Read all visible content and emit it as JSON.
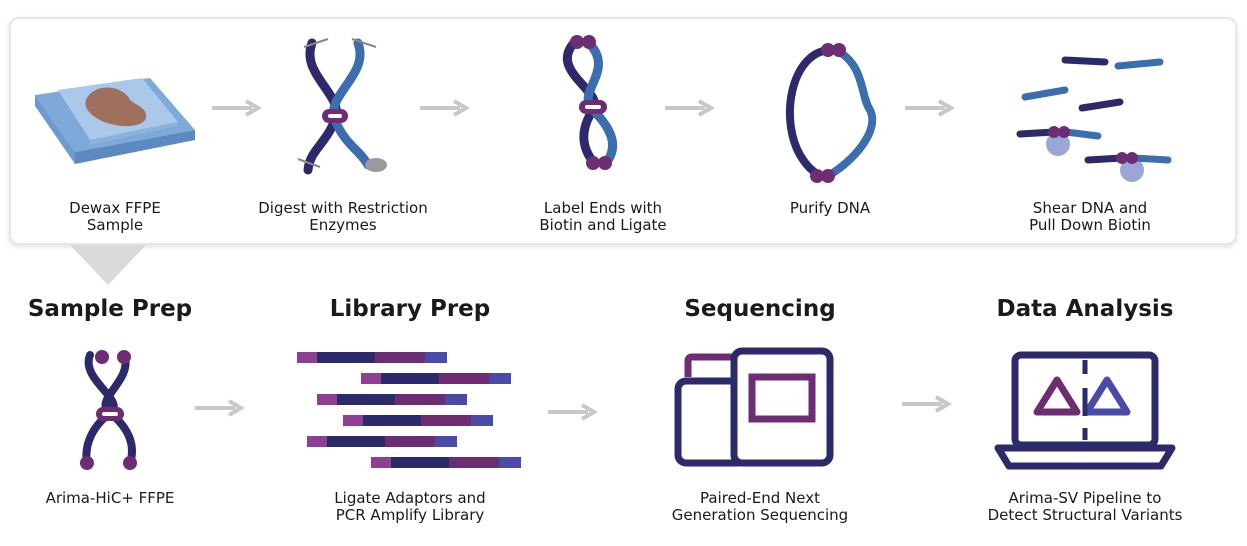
{
  "top_steps": [
    {
      "label": "Dewax FFPE\nSample"
    },
    {
      "label": "Digest with Restriction\nEnzymes"
    },
    {
      "label": "Label Ends with\nBiotin and Ligate"
    },
    {
      "label": "Purify DNA"
    },
    {
      "label": "Shear DNA and\nPull Down Biotin"
    }
  ],
  "sections": [
    {
      "title": "Sample Prep",
      "caption": "Arima-HiC+ FFPE"
    },
    {
      "title": "Library Prep",
      "caption": "Ligate Adaptors and\nPCR Amplify Library"
    },
    {
      "title": "Sequencing",
      "caption": "Paired-End Next\nGeneration Sequencing"
    },
    {
      "title": "Data Analysis",
      "caption": "Arima-SV Pipeline to\nDetect Structural Variants"
    }
  ],
  "colors": {
    "navy": "#2d2a6b",
    "blue": "#3b6eae",
    "purple": "#6c2d73",
    "light_purple": "#8f3f93",
    "bright_blue": "#4a4aa8",
    "bead": "#9aa6d6",
    "arrow": "#c8c8c8",
    "slide": "#8ab4e0"
  }
}
